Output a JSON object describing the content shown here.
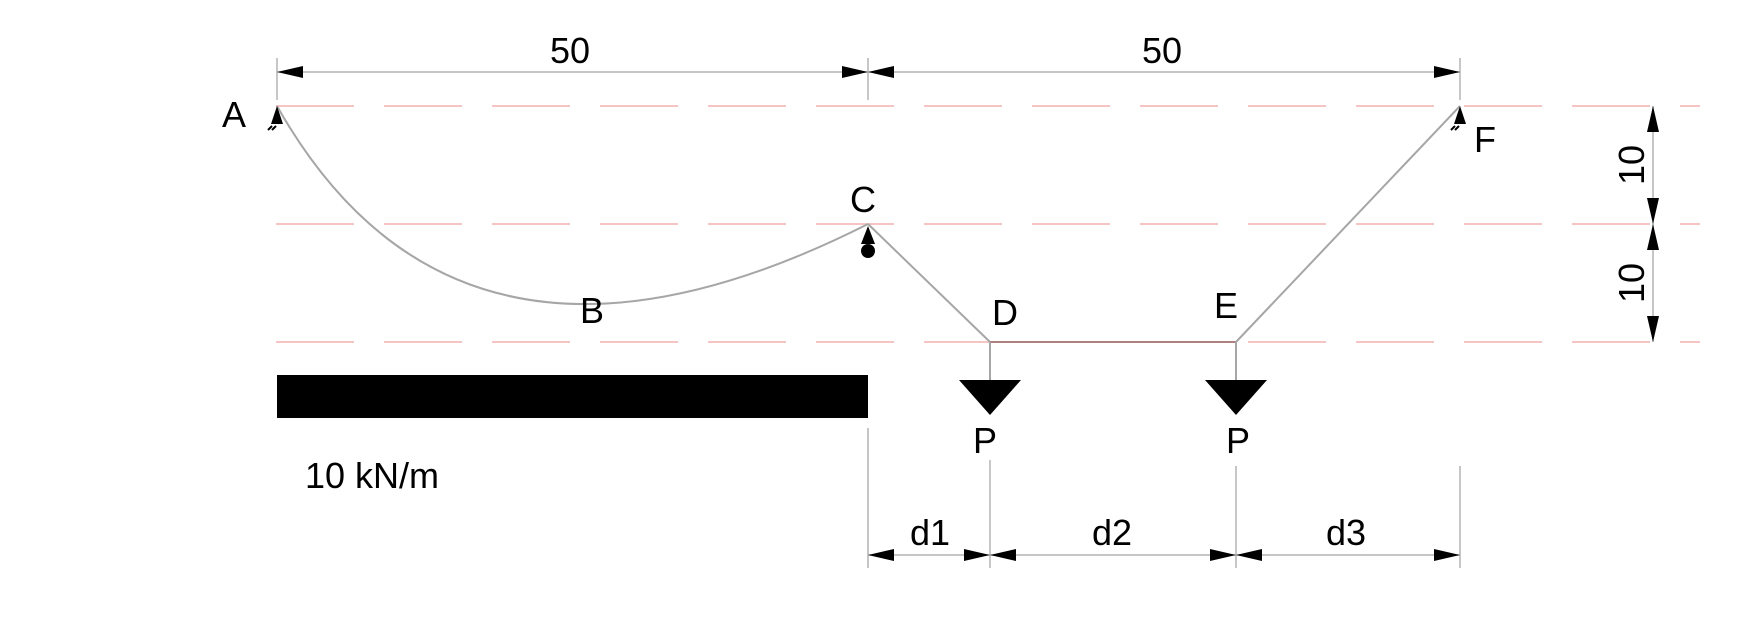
{
  "diagram": {
    "type": "cable / funicular structure with supports and loads",
    "nodes": {
      "A": "A",
      "B": "B",
      "C": "C",
      "D": "D",
      "E": "E",
      "F": "F"
    },
    "dimensions": {
      "top_left_span": "50",
      "top_right_span": "50",
      "right_upper_height": "10",
      "right_lower_height": "10",
      "bottom_d1": "d1",
      "bottom_d2": "d2",
      "bottom_d3": "d3"
    },
    "loads": {
      "distributed_label": "10 kN/m",
      "point_load_D": "P",
      "point_load_E": "P"
    },
    "colors": {
      "guide_lines": "#f7c4c4",
      "members": "#a6a6a6",
      "load_fill": "#000000"
    }
  }
}
